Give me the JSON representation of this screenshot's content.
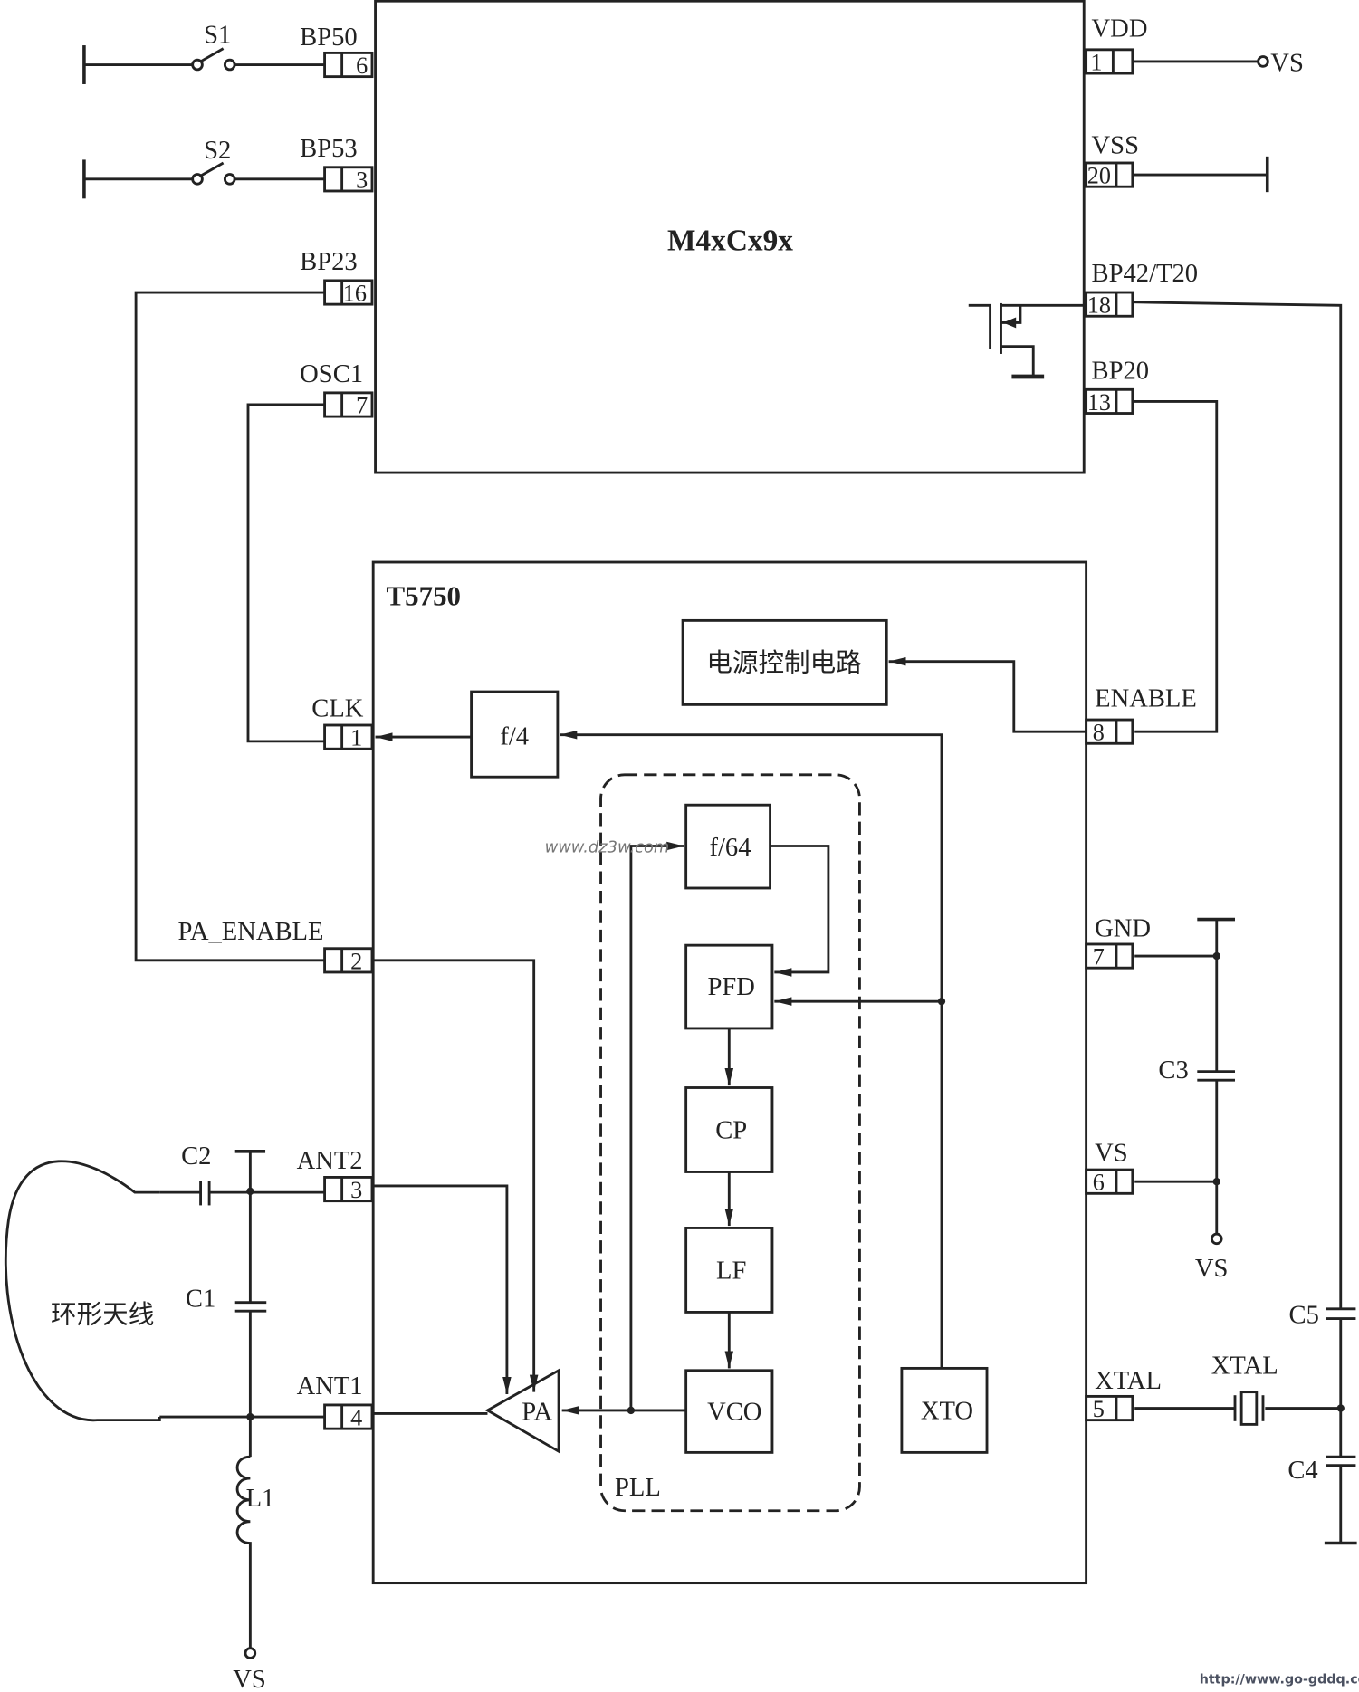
{
  "mcu": {
    "name": "M4xCx9x",
    "left_pins": [
      {
        "label": "BP50",
        "num": "6"
      },
      {
        "label": "BP53",
        "num": "3"
      },
      {
        "label": "BP23",
        "num": "16"
      },
      {
        "label": "OSC1",
        "num": "7"
      }
    ],
    "right_pins": [
      {
        "label": "VDD",
        "num": "1"
      },
      {
        "label": "VSS",
        "num": "20"
      },
      {
        "label": "BP42/T20",
        "num": "18"
      },
      {
        "label": "BP20",
        "num": "13"
      }
    ]
  },
  "switches": [
    "S1",
    "S2"
  ],
  "tx": {
    "name": "T5750",
    "left_pins": [
      {
        "label": "CLK",
        "num": "1"
      },
      {
        "label": "PA_ENABLE",
        "num": "2"
      },
      {
        "label": "ANT2",
        "num": "3"
      },
      {
        "label": "ANT1",
        "num": "4"
      }
    ],
    "right_pins": [
      {
        "label": "ENABLE",
        "num": "8"
      },
      {
        "label": "GND",
        "num": "7"
      },
      {
        "label": "VS",
        "num": "6"
      },
      {
        "label": "XTAL",
        "num": "5"
      }
    ],
    "blocks": {
      "power": "电源控制电路",
      "div4": "f/4",
      "div64": "f/64",
      "pfd": "PFD",
      "cp": "CP",
      "lf": "LF",
      "vco": "VCO",
      "xto": "XTO",
      "pa": "PA",
      "pll": "PLL"
    }
  },
  "components": {
    "c1": "C1",
    "c2": "C2",
    "c3": "C3",
    "c4": "C4",
    "c5": "C5",
    "l1": "L1",
    "xtal": "XTAL",
    "antenna": "环形天线"
  },
  "supply": {
    "vs_top": "VS",
    "vs_c3": "VS",
    "vs_l1": "VS"
  },
  "watermarks": {
    "mid": "www.dz3w.com",
    "corner": "http://www.go-gddq.com"
  }
}
